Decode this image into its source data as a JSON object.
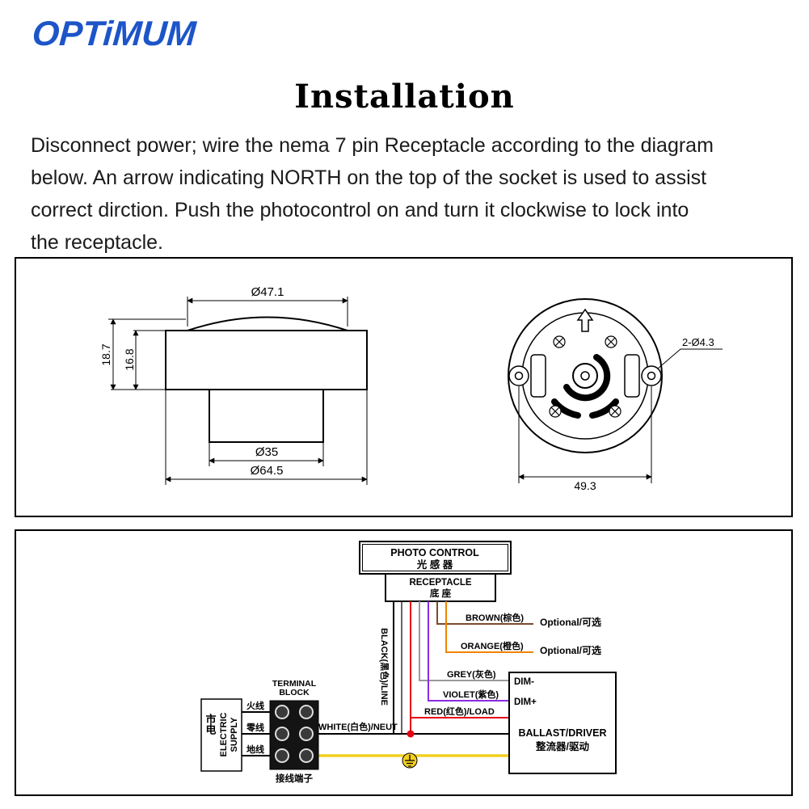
{
  "page": {
    "logo": "OPTiMUM",
    "title": "Installation",
    "intro_lines": [
      "Disconnect power; wire the nema 7 pin Receptacle according to the diagram",
      "below. An arrow indicating NORTH on the top of the socket is used to assist",
      "correct dirction. Push the photocontrol on and turn it clockwise to lock into",
      "the receptacle."
    ]
  },
  "dimensions": {
    "top_diameter": "Ø47.1",
    "total_height": "18.7",
    "body_height": "16.8",
    "inner_diameter": "Ø35",
    "base_diameter": "Ø64.5",
    "mount_holes": "2-Ø4.3",
    "hole_spacing": "49.3"
  },
  "wiring": {
    "photo_control_en": "PHOTO CONTROL",
    "photo_control_zh": "光 感 器",
    "receptacle_en": "RECEPTACLE",
    "receptacle_zh": "底 座",
    "wire_black": "BLACK(黑色)/LINE",
    "wire_brown": "BROWN(棕色)",
    "wire_brown_note": "Optional/可选",
    "wire_orange": "ORANGE(橙色)",
    "wire_orange_note": "Optional/可选",
    "wire_grey": "GREY(灰色)",
    "wire_violet": "VIOLET(紫色)",
    "wire_red": "RED(红色)/LOAD",
    "wire_white": "WHITE(白色)/NEUT",
    "dim_minus": "DIM-",
    "dim_plus": "DIM+",
    "terminal_label_1": "TERMINAL",
    "terminal_label_2": "BLOCK",
    "terminal_zh": "接线端子",
    "supply_en_1": "ELECTRIC",
    "supply_en_2": "SUPPLY",
    "supply_zh": "市电",
    "supply_live": "火线",
    "supply_neutral": "零线",
    "supply_earth": "地线",
    "ballast_en": "BALLAST/DRIVER",
    "ballast_zh": "整流器/驱动"
  },
  "colors": {
    "logo_blue": "#1d55c8",
    "wire_red": "#e60012",
    "wire_yellow": "#f2cf1f",
    "wire_orange": "#f08300",
    "wire_grey": "#9a9a9a",
    "wire_violet": "#8a2be2",
    "wire_brown": "#7b4a2d"
  }
}
